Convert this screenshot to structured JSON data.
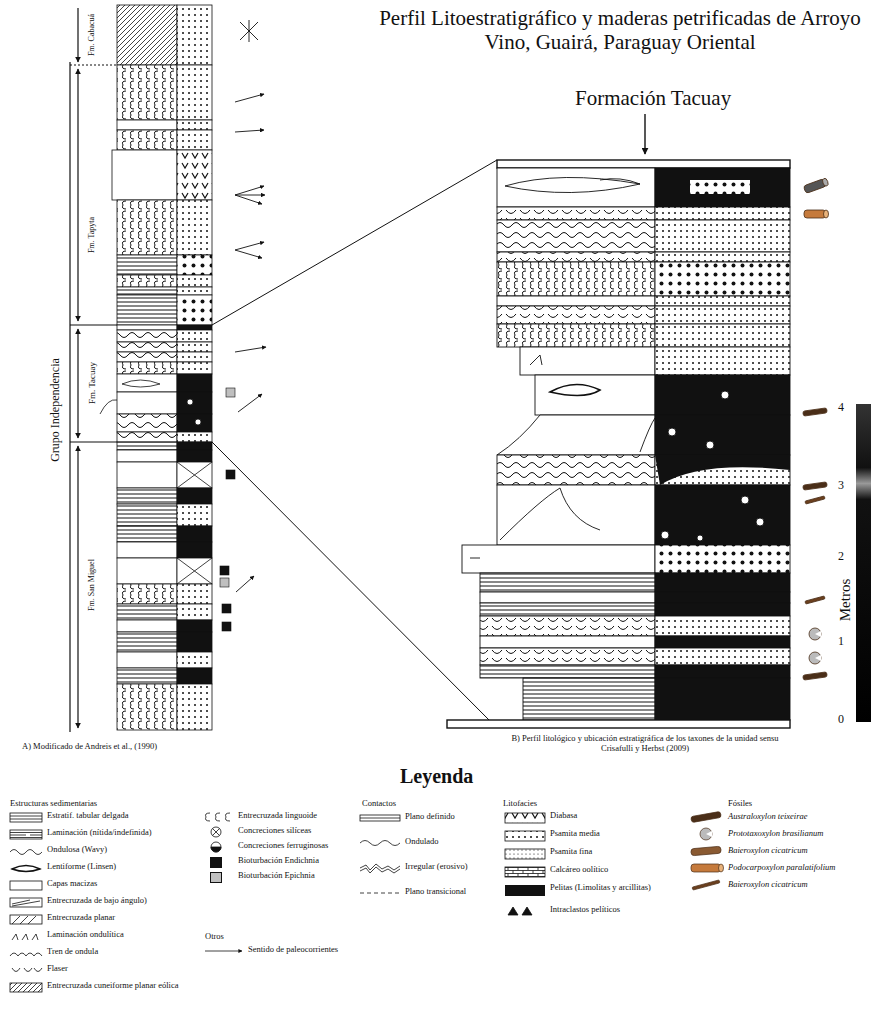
{
  "diagram": {
    "title": "Perfil Litoestratigráfico y maderas petrificadas de Arroyo Vino, Guairá, Paraguay Oriental",
    "labels": [
      "Fm. Cabacuá",
      "Fm. Tapyta",
      "Fm. Tacuay",
      "Grupo Independencia",
      "Fm. San Miguel",
      "Formación Tacuay",
      "4",
      "3",
      "2",
      "1",
      "0",
      "Metros",
      "B) Perfil litológico y ubicación estratigráfica de los taxones de la unidad sensu Crisafulli y Herbst (2009)",
      "A) Modificado de Andreis et al., (1990)",
      "Leyenda",
      "Estructuras sedimentarias",
      "Otros",
      "Contactos",
      "Litofacies",
      "Fósiles"
    ],
    "legend": [
      {
        "text": "Estratif. tabular delgada"
      },
      {
        "text": "Laminación (nítida/indefinida)"
      },
      {
        "text": "Ondulosa (Wavy)"
      },
      {
        "text": "Lentiforme (Linsen)"
      },
      {
        "text": "Capas macizas"
      },
      {
        "text": "Entrecruzada de bajo ángulo)"
      },
      {
        "text": "Entrecruzada planar"
      },
      {
        "text": "Laminación ondulítica"
      },
      {
        "text": "Tren de ondula"
      },
      {
        "text": "Flaser"
      },
      {
        "text": "Entrecruzada cuneiforme planar eólica"
      },
      {
        "text": "Entrecruzada linguoide"
      },
      {
        "text": "Concreciones silíceas"
      },
      {
        "text": "Concreciones ferruginosas"
      },
      {
        "text": "Bioturbación Endichnia",
        "color": "#111111"
      },
      {
        "text": "Bioturbación Epichnia",
        "color": "#bfbfbf"
      },
      {
        "text": "Sentido de paleocorrientes"
      },
      {
        "text": "Plano definido"
      },
      {
        "text": "Ondulado"
      },
      {
        "text": "Irregular (erosivo)"
      },
      {
        "text": "Plano transicional"
      },
      {
        "text": "Diabasa"
      },
      {
        "text": "Psamita media"
      },
      {
        "text": "Psamita fina"
      },
      {
        "text": "Calcáreo oolítico"
      },
      {
        "text": "Pelitas (Limolitas y arcillitas)",
        "color": "#111111"
      },
      {
        "text": "Intraclastos pelíticos"
      },
      {
        "text": "Australoxylon teixeirae"
      },
      {
        "text": "Prototaxoxylon brasilianum"
      },
      {
        "text": "Baieroxylon cicatricum"
      },
      {
        "text": "Podocarpoxylon paralatifolium"
      },
      {
        "text": "Baieroxylon cicatricum"
      }
    ]
  }
}
